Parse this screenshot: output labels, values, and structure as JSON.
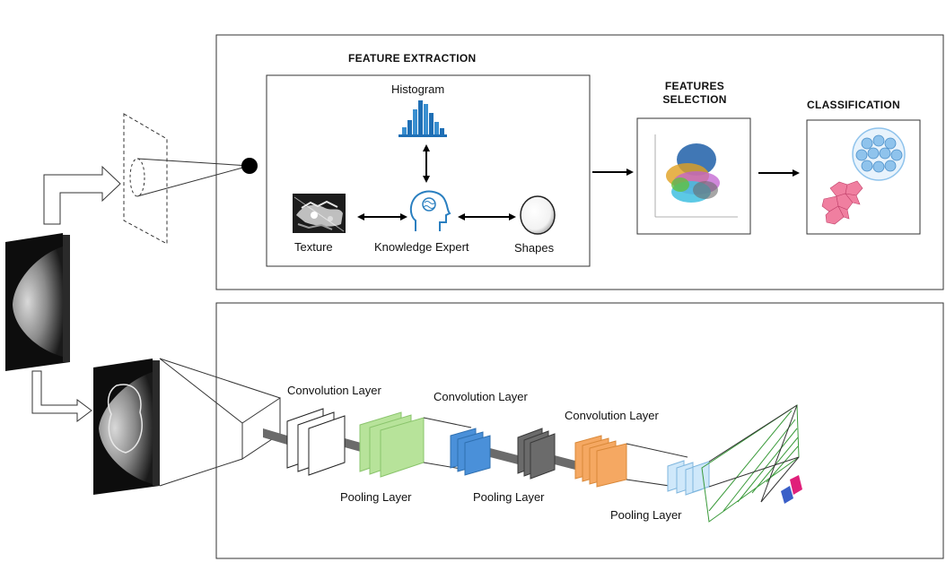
{
  "feature_extraction": {
    "title": "FEATURE EXTRACTION",
    "histogram": "Histogram",
    "texture": "Texture",
    "knowledge_expert": "Knowledge Expert",
    "shapes": "Shapes"
  },
  "features_selection": {
    "title_line1": "FEATURES",
    "title_line2": "SELECTION"
  },
  "classification": {
    "title": "CLASSIFICATION"
  },
  "cnn": {
    "conv1": "Convolution Layer",
    "conv2": "Convolution Layer",
    "conv3": "Convolution Layer",
    "pool1": "Pooling Layer",
    "pool2": "Pooling Layer",
    "pool3": "Pooling Layer"
  },
  "colors": {
    "histogram_blue": "#1f6fb5",
    "expert_blue": "#2a7fc0",
    "conv_green": "#b7e39a",
    "conv_blue": "#4a90d9",
    "conv_gray": "#6b6b6b",
    "conv_orange": "#f5a862",
    "conv_lightblue": "#cfe8fa",
    "fc_green": "#3b9b3b",
    "output_red": "#e0207a",
    "output_blue": "#3a5fc8",
    "cell_blue": "#8fc3ec",
    "cell_pink": "#f07fa0"
  }
}
